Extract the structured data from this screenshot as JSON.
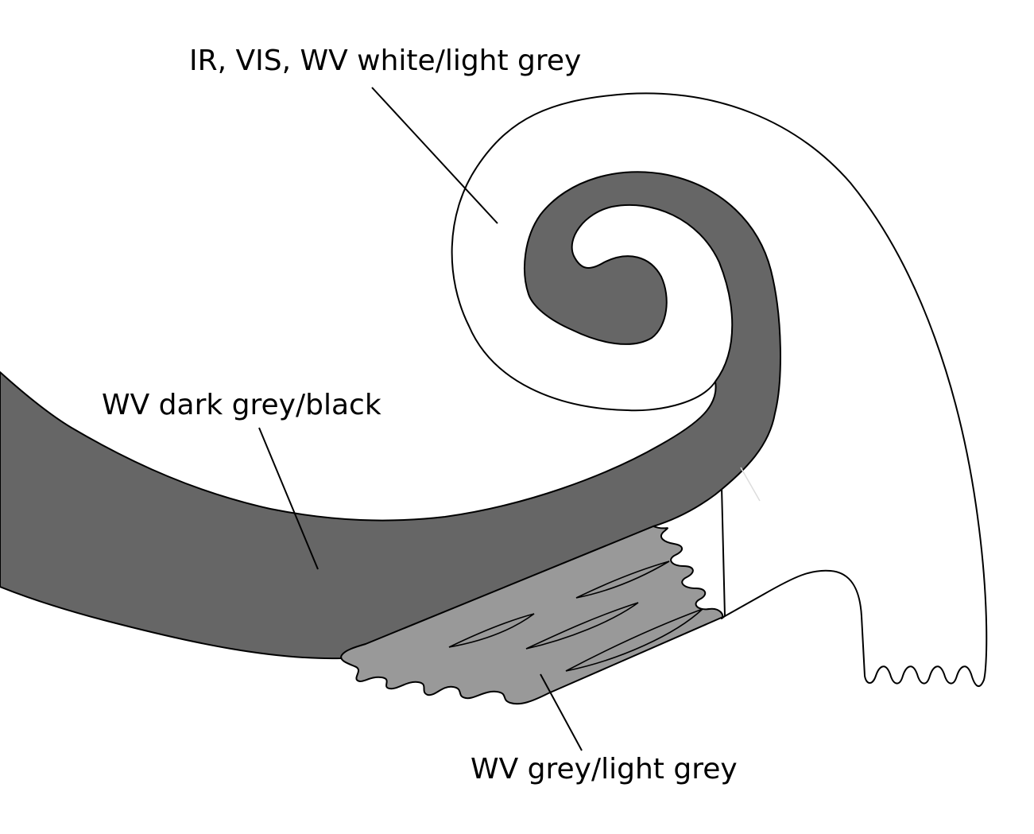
{
  "labels": {
    "white_region": "IR, VIS, WV white/light grey",
    "dark_region": "WV dark grey/black",
    "grey_region": "WV grey/light grey"
  },
  "colors": {
    "background": "#ffffff",
    "white_band": "#ffffff",
    "dark_band": "#666666",
    "grey_band": "#999999",
    "outline": "#000000"
  }
}
